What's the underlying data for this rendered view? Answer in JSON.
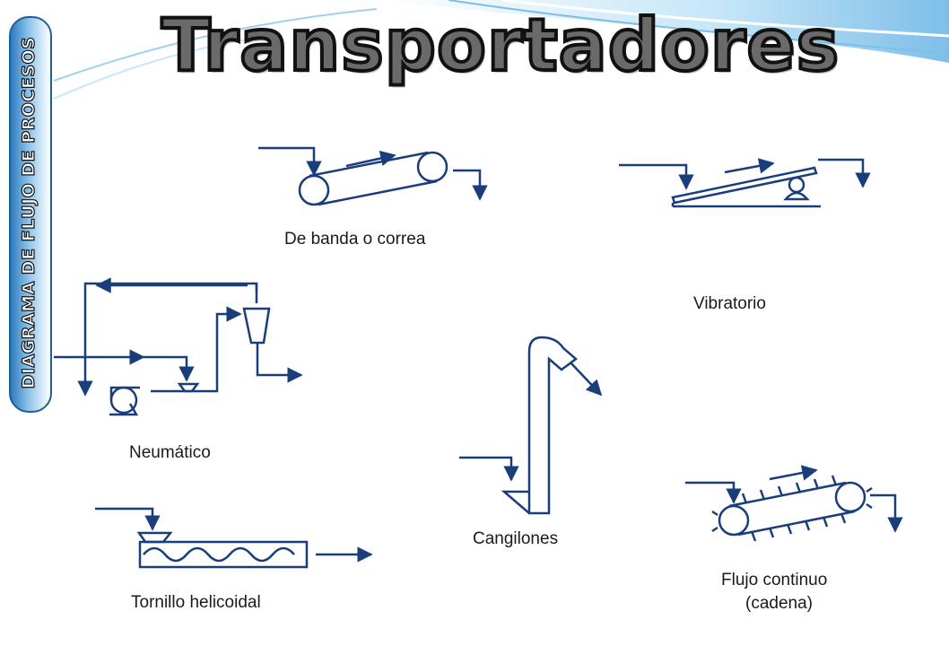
{
  "slide": {
    "title": "Transportadores",
    "side_label": "DIAGRAMA DE FLUJO DE PROCESOS"
  },
  "diagrams": {
    "belt": "De banda o correa",
    "vibrating": "Vibratorio",
    "pneumatic": "Neumático",
    "bucket": "Cangilones",
    "screw": "Tornillo helicoidal",
    "continuous_line1": "Flujo continuo",
    "continuous_line2": "(cadena)"
  },
  "colors": {
    "ink": "#1a3d7c",
    "accent_blue": "#2e7bbf",
    "wave": "#9fd0f0"
  }
}
